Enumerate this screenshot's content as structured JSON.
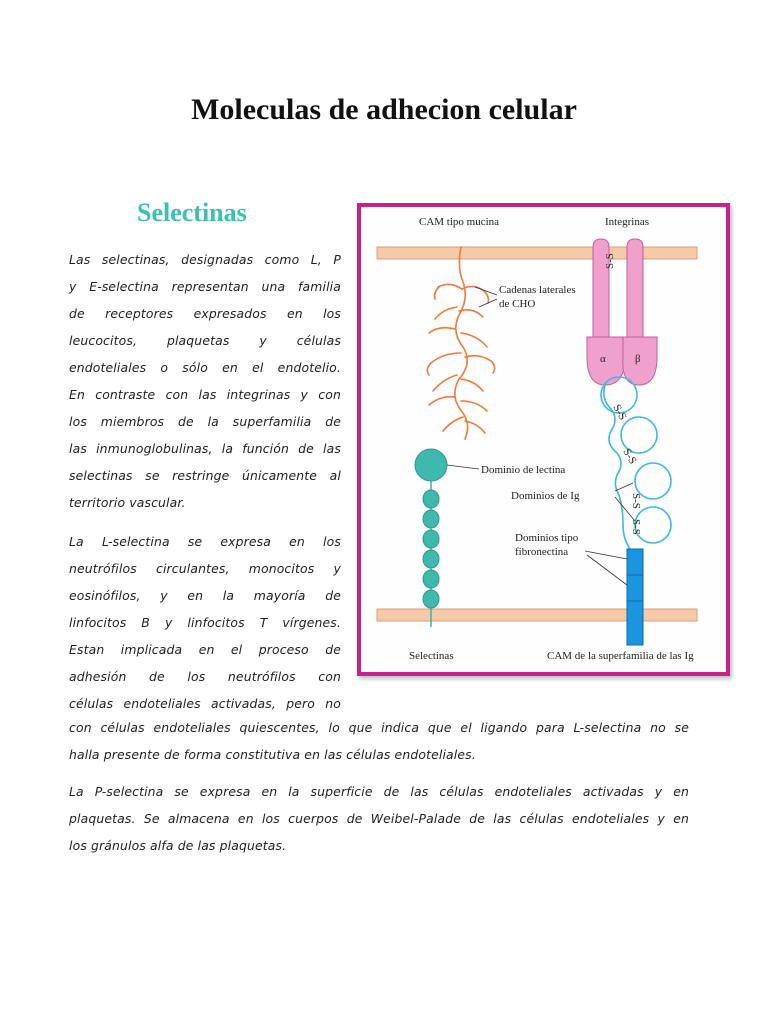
{
  "title": "Moleculas de adhecion celular",
  "section": {
    "heading": "Selectinas",
    "col_lines": [
      "Las selectinas, designadas como L, P",
      "y E-selectina representan una familia",
      "de receptores expresados en los",
      "leucocitos, plaquetas y células",
      "endoteliales o sólo en el endotelio.",
      "En contraste con las integrinas y con",
      "los miembros de la superfamilia de",
      "las inmunoglobulinas, la función de las",
      "selectinas se restringe únicamente al",
      "territorio vascular."
    ],
    "col2_lines": [
      "La L-selectina se expresa en los",
      "neutrófilos circulantes, monocitos y",
      "eosinófilos, y en la mayoría de",
      "linfocitos B y linfocitos T vírgenes.",
      "Estan implicada en el proceso de",
      "adhesión de los neutrófilos con",
      "células endoteliales activadas, pero no"
    ],
    "full_lines_1": [
      "con células endoteliales quiescentes, lo que indica que el ligando para L-selectina no se",
      "halla presente de forma constitutiva en las células endoteliales."
    ],
    "full_lines_2": [
      "La P-selectina se expresa en la superficie de las células endoteliales activadas y en",
      "plaquetas. Se almacena en los cuerpos de Weibel-Palade de las células endoteliales y en",
      "los gránulos alfa de las plaquetas."
    ]
  },
  "figure": {
    "labels": {
      "mucin": "CAM tipo mucina",
      "integrins": "Integrinas",
      "cho_1": "Cadenas laterales",
      "cho_2": "de CHO",
      "lectin": "Dominio de lectina",
      "ig": "Dominios de Ig",
      "fib_1": "Dominios tipo",
      "fib_2": "fibronectina",
      "selectins": "Selectinas",
      "igsf": "CAM de la superfamilia de las Ig",
      "alpha": "α",
      "beta": "β",
      "ss": "S-S"
    },
    "colors": {
      "frame": "#c9208a",
      "membrane": "#f6c9a8",
      "mucin": "#f07a3c",
      "integrin": "#f0a0cc",
      "selectin": "#3fb8ad",
      "ig": "#3cb8e6",
      "fibronectin": "#1a96e0"
    }
  }
}
